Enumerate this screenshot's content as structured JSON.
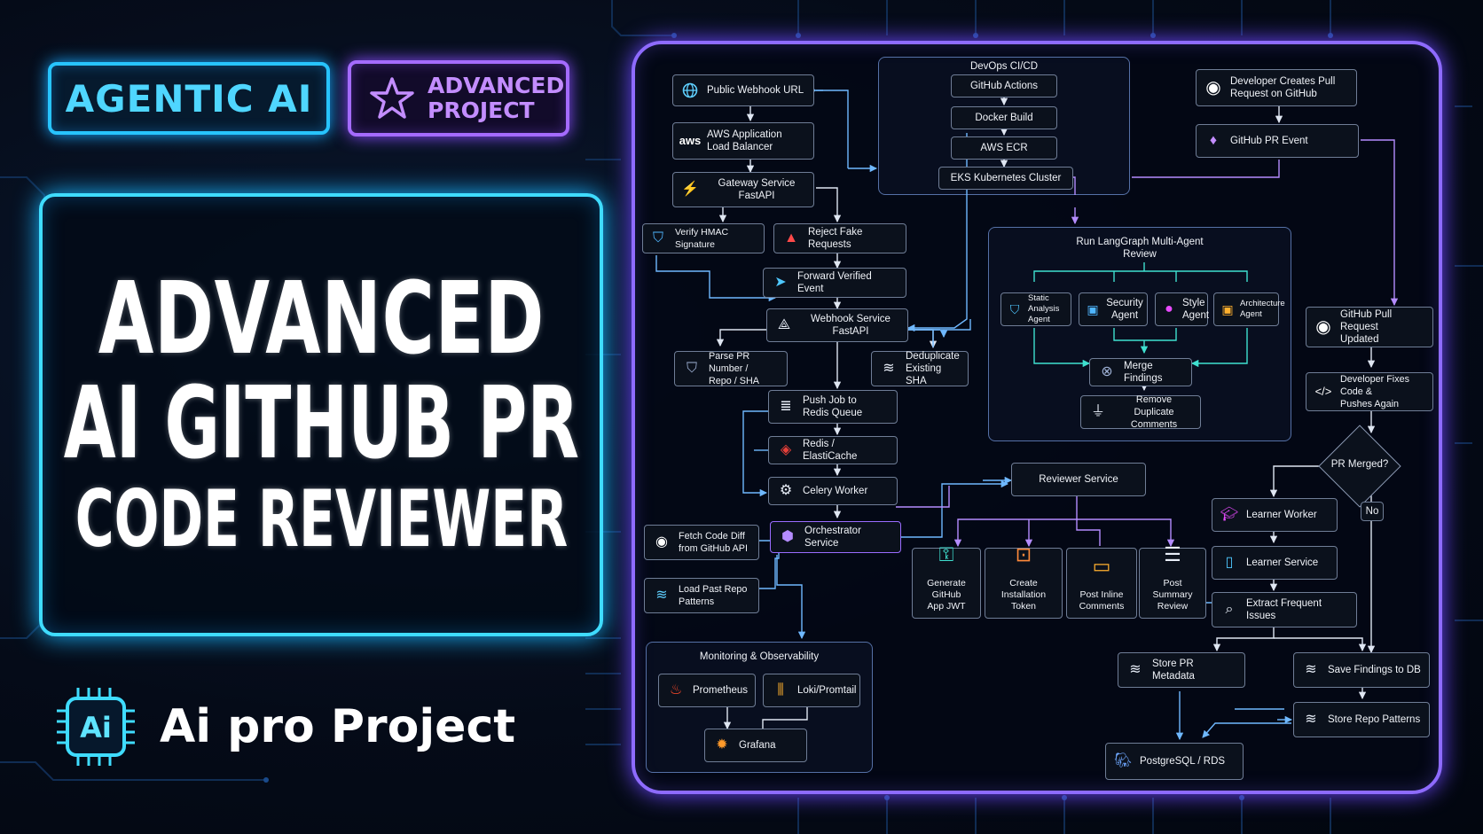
{
  "badges": {
    "agentic": "AGENTIC AI",
    "advanced_line1": "ADVANCED",
    "advanced_line2": "PROJECT"
  },
  "title": {
    "line1": "ADVANCED",
    "line2": "AI GITHUB PR",
    "line3": "CODE REVIEWER"
  },
  "brand": {
    "chip_label": "Ai",
    "text": "Ai pro Project"
  },
  "nodes": {
    "public_webhook": "Public Webhook URL",
    "aws_lb_line1": "AWS Application",
    "aws_lb_line2": "Load Balancer",
    "aws_logo": "aws",
    "gateway_line1": "Gateway Service",
    "gateway_line2": "FastAPI",
    "verify_hmac": "Verify HMAC Signature",
    "reject_fake": "Reject Fake Requests",
    "forward_verified": "Forward Verified Event",
    "webhook_service_line1": "Webhook Service",
    "webhook_service_line2": "FastAPI",
    "parse_pr_line1": "Parse PR Number /",
    "parse_pr_line2": "Repo / SHA",
    "dedupe_line1": "Deduplicate",
    "dedupe_line2": "Existing SHA",
    "push_job_line1": "Push Job to",
    "push_job_line2": "Redis Queue",
    "redis": "Redis / ElastiCache",
    "celery": "Celery Worker",
    "orchestrator": "Orchestrator Service",
    "fetch_diff_line1": "Fetch Code Diff",
    "fetch_diff_line2": "from GitHub API",
    "load_patterns_line1": "Load Past Repo",
    "load_patterns_line2": "Patterns",
    "devops_title": "DevOps CI/CD",
    "github_actions": "GitHub Actions",
    "docker_build": "Docker Build",
    "aws_ecr": "AWS ECR",
    "eks": "EKS Kubernetes Cluster",
    "dev_creates_pr_line1": "Developer Creates Pull",
    "dev_creates_pr_line2": "Request on GitHub",
    "github_pr_event": "GitHub PR Event",
    "langgraph_line1": "Run LangGraph Multi-Agent",
    "langgraph_line2": "Review",
    "static_line1": "Static Analysis",
    "static_line2": "Agent",
    "security_line1": "Security",
    "security_line2": "Agent",
    "style_line1": "Style",
    "style_line2": "Agent",
    "arch_line1": "Architecture",
    "arch_line2": "Agent",
    "merge_findings": "Merge Findings",
    "remove_dup_line1": "Remove Duplicate",
    "remove_dup_line2": "Comments",
    "pr_updated_line1": "GitHub Pull Request",
    "pr_updated_line2": "Updated",
    "dev_fixes_line1": "Developer Fixes Code &",
    "dev_fixes_line2": "Pushes Again",
    "pr_merged": "PR Merged?",
    "no_label": "No",
    "reviewer_service": "Reviewer Service",
    "gen_jwt_line1": "Generate GitHub",
    "gen_jwt_line2": "App JWT",
    "install_token_line1": "Create Installation",
    "install_token_line2": "Token",
    "inline_comments_line1": "Post Inline",
    "inline_comments_line2": "Comments",
    "summary_review_line1": "Post Summary",
    "summary_review_line2": "Review",
    "learner_worker": "Learner Worker",
    "learner_service": "Learner Service",
    "extract_issues": "Extract Frequent Issues",
    "store_pr_metadata": "Store PR Metadata",
    "save_findings": "Save Findings to DB",
    "store_patterns": "Store Repo Patterns",
    "postgres": "PostgreSQL / RDS",
    "monitoring_title": "Monitoring & Observability",
    "prometheus": "Prometheus",
    "loki": "Loki/Promtail",
    "grafana": "Grafana"
  },
  "colors": {
    "cyan_accent": "#27c4ff",
    "purple_accent": "#a46bff",
    "panel_border": "#8e6bff",
    "connector_blue": "#6fb8ff",
    "connector_cyan": "#3fe0d0",
    "connector_purple": "#b48cff"
  }
}
